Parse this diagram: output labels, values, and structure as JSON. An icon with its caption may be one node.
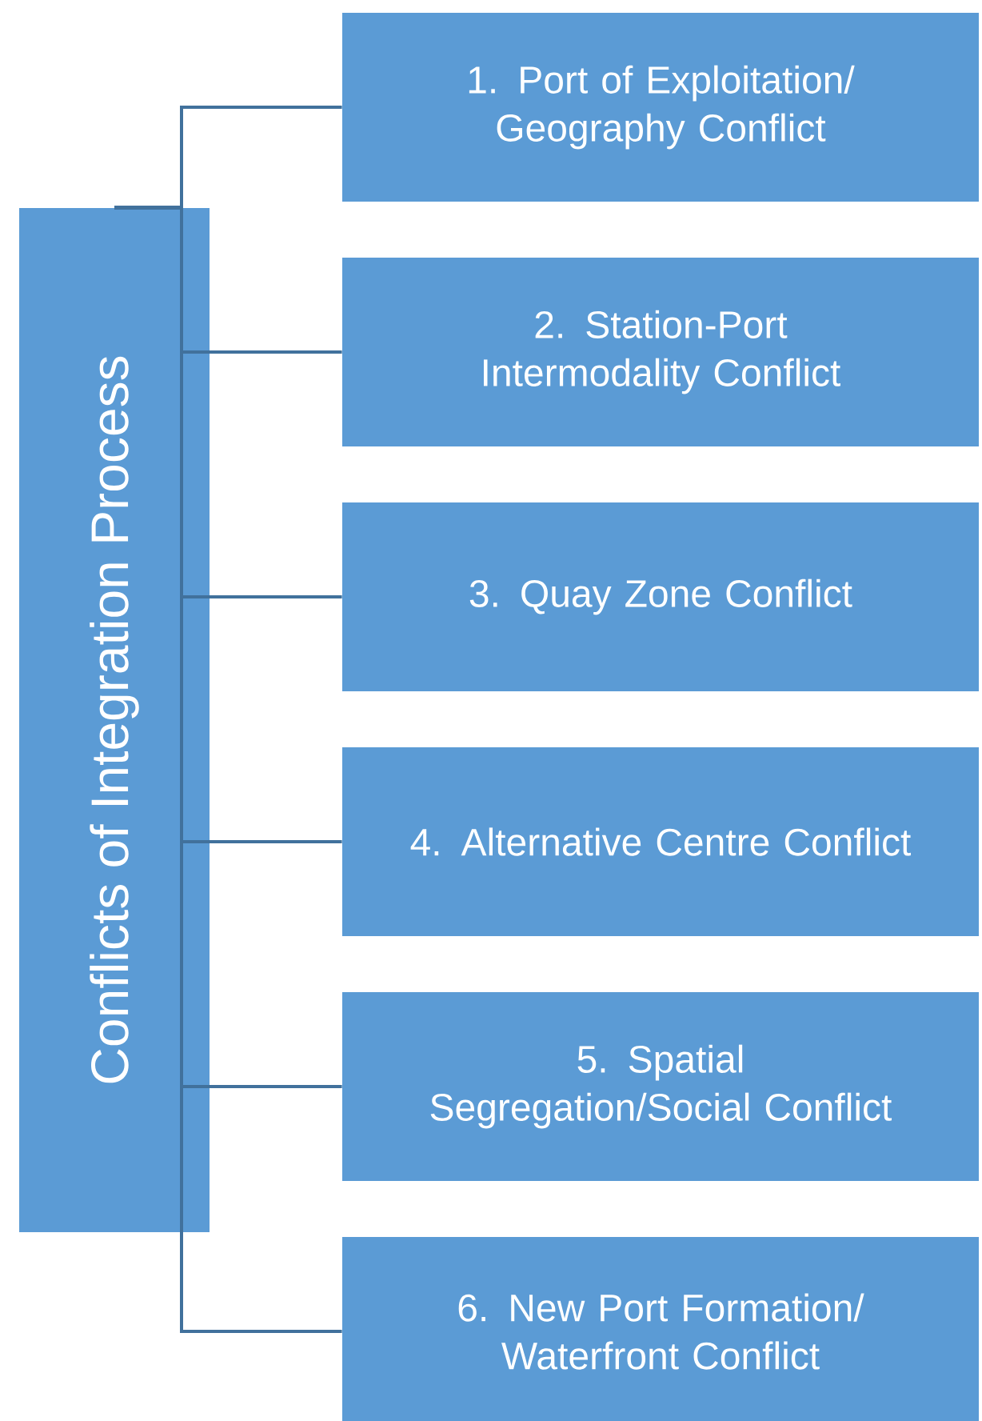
{
  "diagram": {
    "nodes": [
      {
        "text": [
          "Conflicts of Integration Process"
        ]
      },
      {
        "text": [
          "1. Port of Exploitation/ Geography Conflict"
        ]
      },
      {
        "text": [
          "2. Station-Port Intermodality Conflict"
        ]
      },
      {
        "text": [
          "3. Quay Zone Conflict"
        ]
      },
      {
        "text": [
          "4. Alternative Centre Conflict"
        ]
      },
      {
        "text": [
          "5. Spatial Segregation/Social Conflict"
        ]
      },
      {
        "text": [
          "6. New Port Formation/ Waterfront Conflict"
        ]
      }
    ],
    "edges": [
      {
        "from": 0,
        "to": 1,
        "arrow": "none"
      },
      {
        "from": 0,
        "to": 2,
        "arrow": "none"
      },
      {
        "from": 0,
        "to": 3,
        "arrow": "none"
      },
      {
        "from": 0,
        "to": 4,
        "arrow": "none"
      },
      {
        "from": 0,
        "to": 5,
        "arrow": "none"
      },
      {
        "from": 0,
        "to": 6,
        "arrow": "none"
      }
    ]
  }
}
